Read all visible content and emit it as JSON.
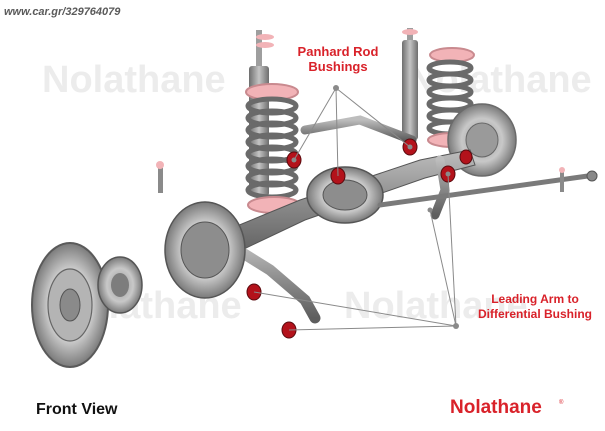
{
  "watermark_url": "www.car.gr/329764079",
  "background_watermark": "Nolathane",
  "callouts": {
    "panhard_line1": "Panhard Rod",
    "panhard_line2": "Bushings",
    "leading_line1": "Leading Arm to",
    "leading_line2": "Differential Bushing"
  },
  "caption": "Front View",
  "brand": {
    "name": "Nolathane",
    "color": "#d9222a",
    "trademark": "®"
  },
  "colors": {
    "callout_red": "#d9222a",
    "metal_grey": "#8c8c8c",
    "bushing_red": "#b3121b",
    "spring_seat_pink": "#f2b3b7"
  }
}
